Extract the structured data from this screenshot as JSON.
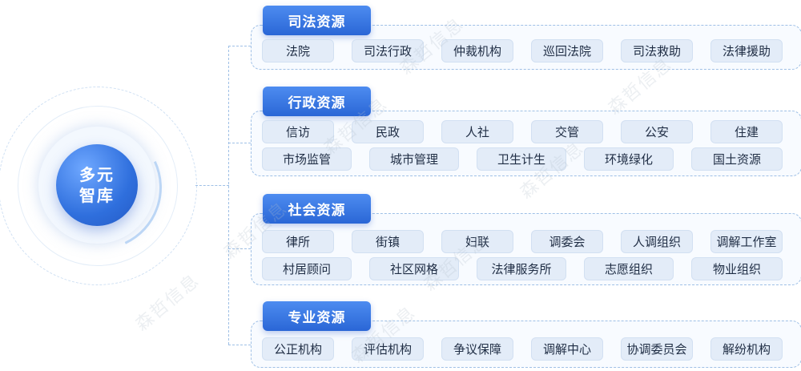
{
  "center": {
    "line1": "多元",
    "line2": "智库"
  },
  "groups": [
    {
      "title": "司法资源",
      "rows": [
        [
          "法院",
          "司法行政",
          "仲裁机构",
          "巡回法院",
          "司法救助",
          "法律援助"
        ]
      ]
    },
    {
      "title": "行政资源",
      "rows": [
        [
          "信访",
          "民政",
          "人社",
          "交管",
          "公安",
          "住建"
        ],
        [
          "市场监管",
          "城市管理",
          "卫生计生",
          "环境绿化",
          "国土资源"
        ]
      ]
    },
    {
      "title": "社会资源",
      "rows": [
        [
          "律所",
          "街镇",
          "妇联",
          "调委会",
          "人调组织",
          "调解工作室"
        ],
        [
          "村居顾问",
          "社区网格",
          "法律服务所",
          "志愿组织",
          "物业组织"
        ]
      ]
    },
    {
      "title": "专业资源",
      "rows": [
        [
          "公正机构",
          "评估机构",
          "争议保障",
          "调解中心",
          "协调委员会",
          "解纷机构"
        ]
      ]
    }
  ],
  "watermark": "森哲信息"
}
